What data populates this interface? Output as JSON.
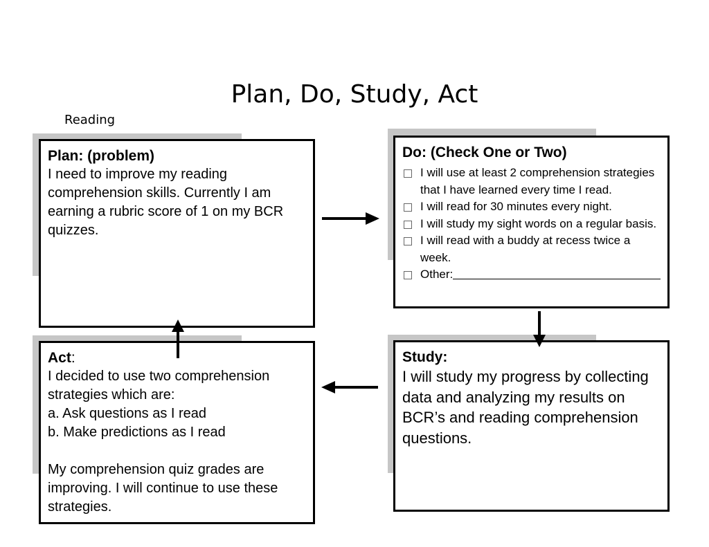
{
  "title": "Plan, Do, Study, Act",
  "subtitle": "Reading",
  "plan": {
    "heading": "Plan:  (problem)",
    "text": "I need to improve my reading comprehension skills.  Currently I am earning a rubric score of 1 on my BCR quizzes."
  },
  "do": {
    "heading": "Do:  (Check One or Two)",
    "items": [
      "I will use at least 2 comprehension strategies that I have learned every time I read.",
      "I will read for 30 minutes every night.",
      "I will study my sight words on a regular basis.",
      "I will read with a buddy at recess twice a week.",
      "Other:"
    ]
  },
  "study": {
    "heading": "Study:",
    "text": "I will study my progress by collecting data and analyzing my results on BCR’s and reading comprehension questions."
  },
  "act": {
    "heading": "Act",
    "colon": ":",
    "line1": "I decided to use two comprehension strategies which are:",
    "item_a": "a.  Ask questions as I read",
    "item_b": "b.  Make predictions as I read",
    "line2": "My comprehension quiz grades are improving.  I will continue to use these strategies."
  }
}
